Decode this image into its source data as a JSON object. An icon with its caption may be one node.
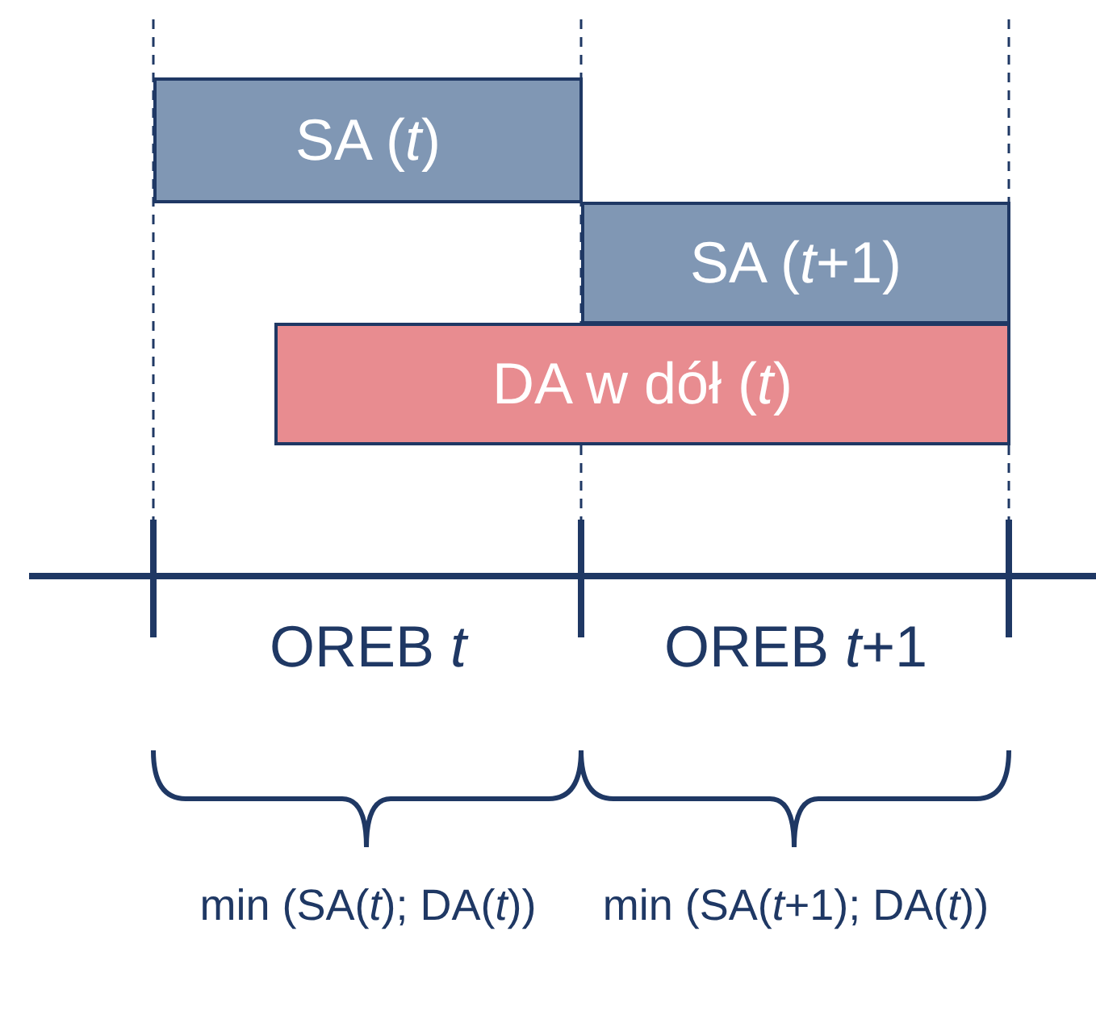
{
  "diagram": {
    "nodes": [
      {
        "text": [
          "SA (*t*)"
        ]
      },
      {
        "text": [
          "SA (*t*+1)"
        ]
      },
      {
        "text": [
          "DA w dół (*t*)"
        ]
      }
    ],
    "labels": [
      "OREB *t*",
      "OREB *t*+1",
      "min (SA(*t*); DA(*t*))",
      "min (SA(*t*+1); DA(*t*))"
    ]
  }
}
